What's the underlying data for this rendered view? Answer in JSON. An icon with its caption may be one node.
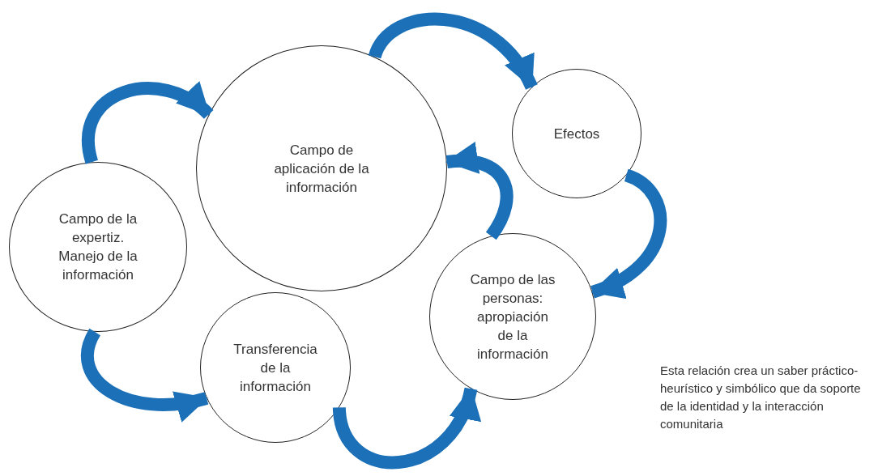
{
  "diagram": {
    "nodes": [
      {
        "text": [
          "Campo de aplicación de la información"
        ]
      },
      {
        "text": [
          "Efectos"
        ]
      },
      {
        "text": [
          "Campo de la expertiz. Manejo de la información"
        ]
      },
      {
        "text": [
          "Campo de las personas: apropiación de la información"
        ]
      },
      {
        "text": [
          "Transferencia de la información"
        ]
      }
    ],
    "edges": [
      {
        "from": 0,
        "to": 1,
        "arrow": "to"
      },
      {
        "from": 1,
        "to": 3,
        "arrow": "to"
      },
      {
        "from": 3,
        "to": 0,
        "arrow": "to"
      },
      {
        "from": 2,
        "to": 0,
        "arrow": "to"
      },
      {
        "from": 2,
        "to": 4,
        "arrow": "to"
      },
      {
        "from": 4,
        "to": 3,
        "arrow": "to"
      }
    ],
    "labels": [
      "Esta relación crea un saber práctico-heurístico y simbólico que da soporte de la identidad y la interacción comunitaria"
    ]
  }
}
